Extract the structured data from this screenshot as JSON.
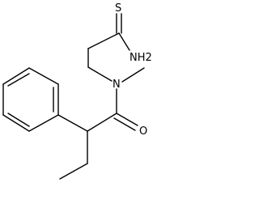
{
  "molecule": {
    "atoms": {
      "thione_s": "S",
      "amine_nh2": "NH2",
      "amide_n": "N",
      "carbonyl_o": "O"
    },
    "colors": {
      "bond": "#000000",
      "label": "#000000",
      "background": "#ffffff"
    }
  }
}
